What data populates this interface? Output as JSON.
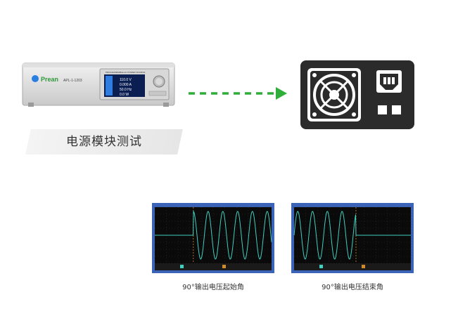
{
  "device": {
    "brand": "Prean",
    "model": "APL-1-1203",
    "display_header": "PROGRAMMABLE AC POWER SOURCE",
    "readings": [
      "110.0 V",
      "0.000 A",
      "50.0 Hz",
      "0.0 W"
    ]
  },
  "caption": "电源模块测试",
  "scopes": [
    {
      "caption": "90°输出电压起始角",
      "trigger_pos": 0.33
    },
    {
      "caption": "90°输出电压结束角",
      "trigger_pos": 0.53
    }
  ],
  "colors": {
    "arrow": "#2fae3a",
    "supply_body": "#2b2b2b",
    "wave": "#3fd0c0",
    "scope_frame": "#3b63b8"
  }
}
